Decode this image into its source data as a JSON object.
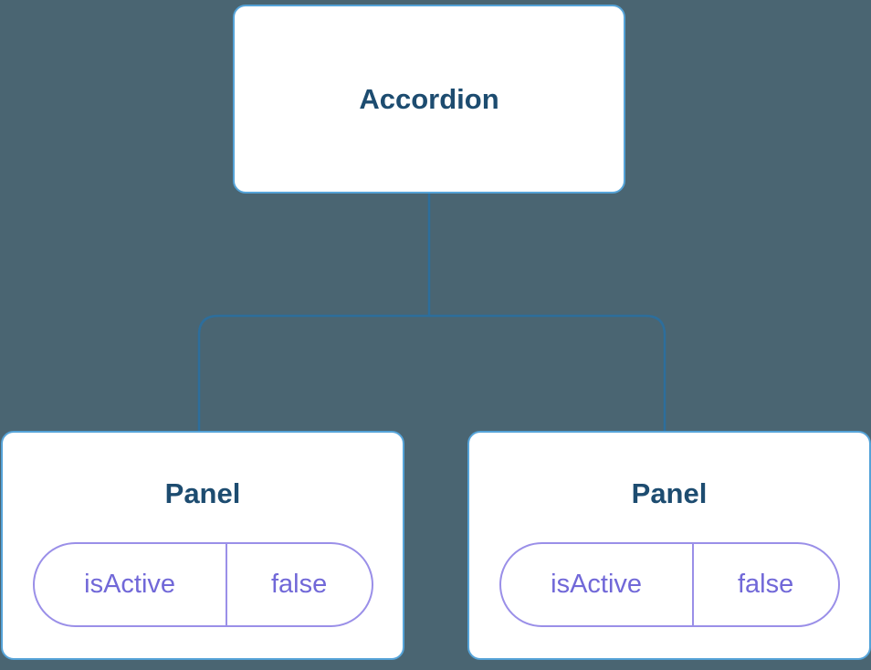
{
  "diagram": {
    "root": {
      "label": "Accordion"
    },
    "children": [
      {
        "label": "Panel",
        "state": {
          "key": "isActive",
          "value": "false"
        }
      },
      {
        "label": "Panel",
        "state": {
          "key": "isActive",
          "value": "false"
        }
      }
    ],
    "colors": {
      "background": "#4a6572",
      "node_fill": "#ffffff",
      "node_border": "#55a3d8",
      "node_text": "#1d4c70",
      "connector": "#2d6e9c",
      "state_border": "#9a8fe8",
      "state_text": "#7168d8"
    }
  }
}
